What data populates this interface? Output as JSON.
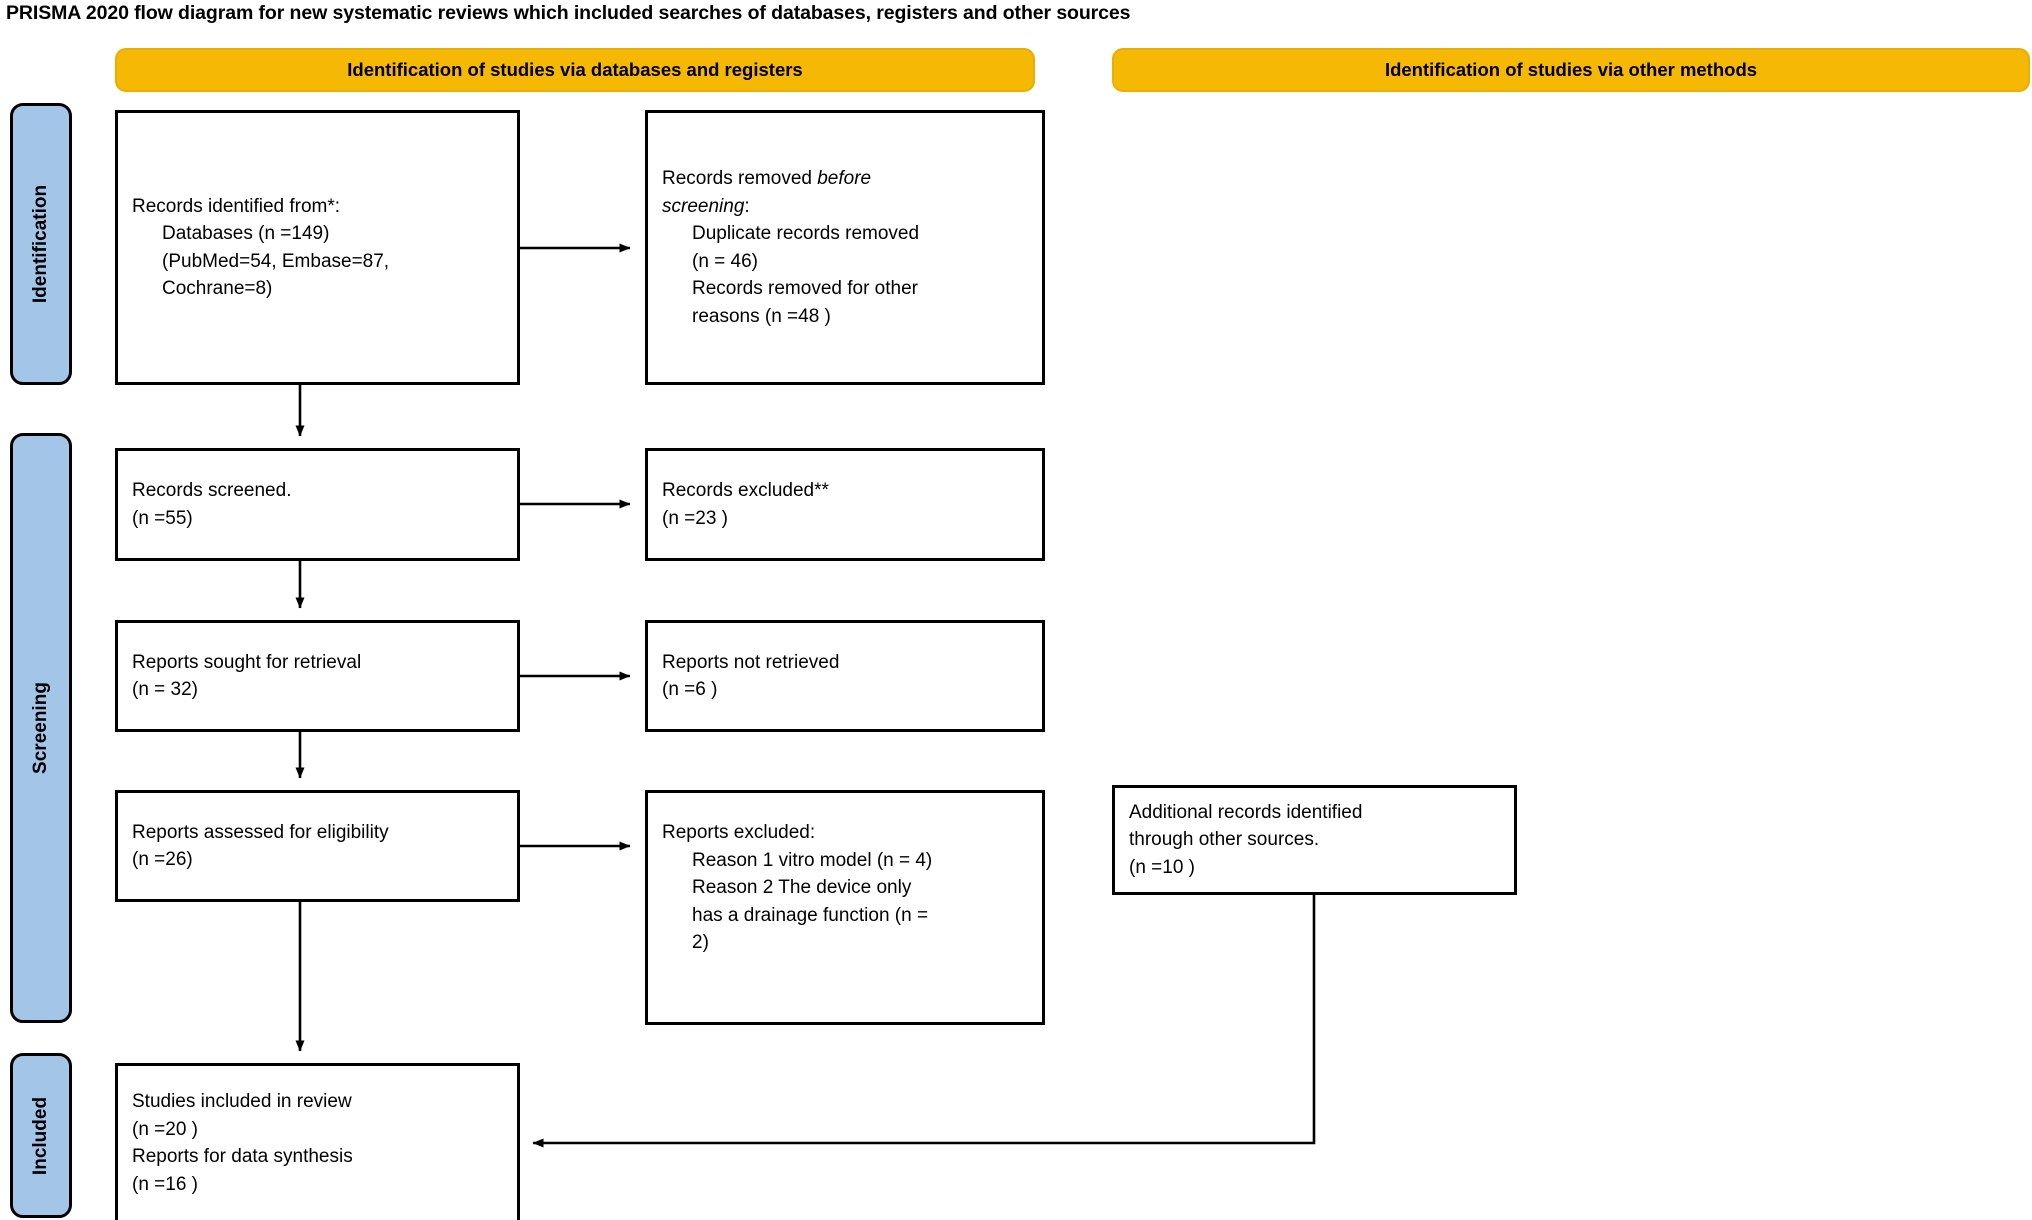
{
  "title": "PRISMA 2020 flow diagram for new systematic reviews which included searches of databases, registers and other sources",
  "colors": {
    "header_fill": "#F5B805",
    "rail_fill": "#A3C6E8",
    "box_stroke": "#000000",
    "page_background": "#FFFFFF"
  },
  "headers": {
    "databases": "Identification of studies via databases and registers",
    "other": "Identification of studies via other methods"
  },
  "rails": {
    "identification": "Identification",
    "screening": "Screening",
    "included": "Included"
  },
  "boxes": {
    "identified": {
      "l1": "Records identified from*:",
      "l2": "Databases (n =149)",
      "l3": "(PubMed=54, Embase=87,",
      "l4": "Cochrane=8)"
    },
    "removed": {
      "l1a": "Records removed ",
      "l1b": "before",
      "l2a": "screening",
      "l2b": ":",
      "l3": "Duplicate records removed",
      "l4": "(n = 46)",
      "l5": "Records removed for other",
      "l6": "reasons (n =48 )"
    },
    "screened": {
      "l1": "Records screened.",
      "l2": "(n =55)"
    },
    "excluded": {
      "l1": "Records excluded**",
      "l2": "(n =23 )"
    },
    "sought": {
      "l1": "Reports sought for retrieval",
      "l2": "(n = 32)"
    },
    "not_retrieved": {
      "l1": "Reports not retrieved",
      "l2": "(n =6 )"
    },
    "assessed": {
      "l1": "Reports assessed for eligibility",
      "l2": "(n =26)"
    },
    "reports_excluded": {
      "l1": "Reports excluded:",
      "l2": "Reason 1 vitro model (n = 4)",
      "l3": "Reason 2 The device only",
      "l4": "has a drainage function (n =",
      "l5": "2)"
    },
    "additional": {
      "l1": "Additional records identified",
      "l2": "through other sources.",
      "l3": "(n =10 )"
    },
    "included": {
      "l1": "Studies included in review",
      "l2": "(n =20 )",
      "l3": "Reports for data synthesis",
      "l4": "(n =16 )"
    }
  },
  "chart_data": {
    "type": "diagram",
    "diagram_kind": "PRISMA 2020 flow diagram",
    "title": "PRISMA 2020 flow diagram for new systematic reviews which included searches of databases, registers and other sources",
    "stages": [
      "Identification",
      "Screening",
      "Included"
    ],
    "columns": [
      "Identification of studies via databases and registers",
      "Identification of studies via other methods"
    ],
    "nodes": [
      {
        "id": "identified",
        "stage": "Identification",
        "label": "Records identified from*: Databases (n =149) (PubMed=54, Embase=87, Cochrane=8)",
        "n": 149,
        "breakdown": {
          "PubMed": 54,
          "Embase": 87,
          "Cochrane": 8
        }
      },
      {
        "id": "removed",
        "stage": "Identification",
        "label": "Records removed before screening: Duplicate records removed (n = 46); Records removed for other reasons (n =48 )",
        "duplicates": 46,
        "other_reasons": 48
      },
      {
        "id": "screened",
        "stage": "Screening",
        "label": "Records screened.",
        "n": 55
      },
      {
        "id": "excluded",
        "stage": "Screening",
        "label": "Records excluded**",
        "n": 23
      },
      {
        "id": "sought",
        "stage": "Screening",
        "label": "Reports sought for retrieval",
        "n": 32
      },
      {
        "id": "not_retrieved",
        "stage": "Screening",
        "label": "Reports not retrieved",
        "n": 6
      },
      {
        "id": "assessed",
        "stage": "Screening",
        "label": "Reports assessed for eligibility",
        "n": 26
      },
      {
        "id": "reports_excluded",
        "stage": "Screening",
        "label": "Reports excluded",
        "reasons": [
          {
            "reason": "Reason 1 vitro model",
            "n": 4
          },
          {
            "reason": "Reason 2 The device only has a drainage function",
            "n": 2
          }
        ]
      },
      {
        "id": "additional",
        "stage": "Other methods",
        "label": "Additional records identified through other sources.",
        "n": 10
      },
      {
        "id": "included",
        "stage": "Included",
        "label": "Studies included in review / Reports for data synthesis",
        "studies_n": 20,
        "reports_n": 16
      }
    ],
    "edges": [
      {
        "from": "identified",
        "to": "removed"
      },
      {
        "from": "identified",
        "to": "screened"
      },
      {
        "from": "screened",
        "to": "excluded"
      },
      {
        "from": "screened",
        "to": "sought"
      },
      {
        "from": "sought",
        "to": "not_retrieved"
      },
      {
        "from": "sought",
        "to": "assessed"
      },
      {
        "from": "assessed",
        "to": "reports_excluded"
      },
      {
        "from": "assessed",
        "to": "included"
      },
      {
        "from": "additional",
        "to": "included"
      }
    ]
  }
}
